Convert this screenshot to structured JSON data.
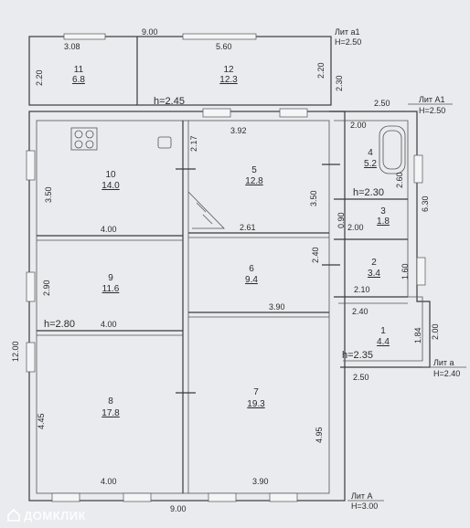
{
  "rooms": [
    {
      "id": "11",
      "area": "6.8"
    },
    {
      "id": "12",
      "area": "12.3"
    },
    {
      "id": "10",
      "area": "14.0"
    },
    {
      "id": "5",
      "area": "12.8"
    },
    {
      "id": "4",
      "area": "5.2"
    },
    {
      "id": "3",
      "area": "1.8"
    },
    {
      "id": "9",
      "area": "11.6"
    },
    {
      "id": "6",
      "area": "9.4"
    },
    {
      "id": "2",
      "area": "3.4"
    },
    {
      "id": "1",
      "area": "4.4"
    },
    {
      "id": "8",
      "area": "17.8"
    },
    {
      "id": "7",
      "area": "19.3"
    }
  ],
  "dimensions": {
    "top_9_00": "9.00",
    "top_3_08": "3.08",
    "top_5_60": "5.60",
    "left_2_20": "2.20",
    "right_2_20": "2.20",
    "right_2_30": "2.30",
    "d_2_50_top": "2.50",
    "d_3_92": "3.92",
    "d_2_17": "2.17",
    "d_2_00_top": "2.00",
    "d_2_60": "2.60",
    "d_3_50_left": "3.50",
    "d_3_50_mid": "3.50",
    "d_6_30": "6.30",
    "d_0_90": "0.90",
    "d_2_00_mid": "2.00",
    "d_4_00_a": "4.00",
    "d_2_61": "2.61",
    "d_2_40_v": "2.40",
    "d_2_90": "2.90",
    "d_1_60": "1.60",
    "d_2_10": "2.10",
    "d_3_90_a": "3.90",
    "d_2_40_h": "2.40",
    "d_4_00_b": "4.00",
    "d_1_84": "1.84",
    "d_2_00_right": "2.00",
    "d_12_00": "12.00",
    "d_4_45": "4.45",
    "d_4_95": "4.95",
    "d_2_50_bot": "2.50",
    "d_4_00_c": "4.00",
    "d_3_90_b": "3.90",
    "d_9_00_bot": "9.00"
  },
  "heights": {
    "h245": "h=2.45",
    "h230": "h=2.30",
    "h280": "h=2.80",
    "h235": "h=2.35"
  },
  "liters": {
    "a1_name": "Лит а1",
    "a1_h": "H=2.50",
    "A1_name": "Лит А1",
    "A1_h": "H=2.50",
    "a_name": "Лит а",
    "a_h": "H=2.40",
    "A_name": "Лит А",
    "A_h": "H=3.00"
  },
  "watermark": "ДОМКЛИК"
}
